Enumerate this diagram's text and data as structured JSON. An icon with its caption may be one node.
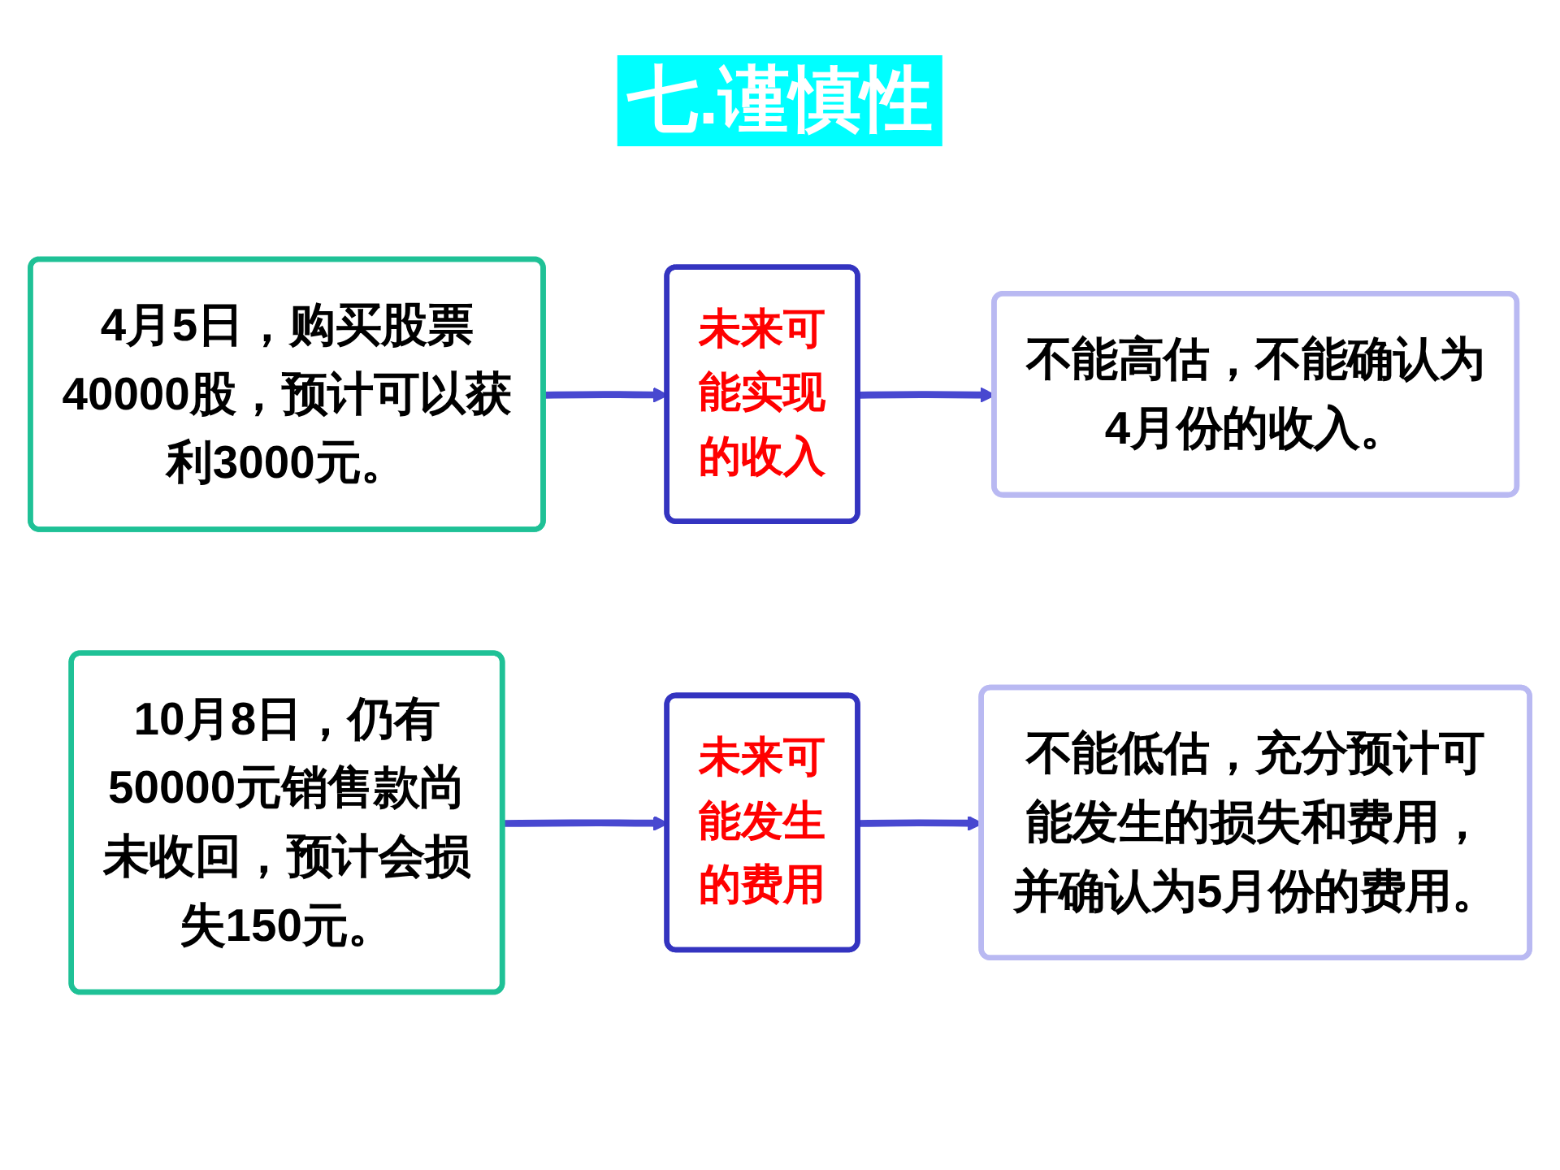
{
  "diagram": {
    "title": "七.谨慎性",
    "nodes": [
      {
        "text": [
          "4月5日，购买股票40000股，预计可以获利3000元。"
        ]
      },
      {
        "text": [
          "未来可能实现的收入"
        ]
      },
      {
        "text": [
          "不能高估，不能确认为4月份的收入。"
        ]
      },
      {
        "text": [
          "10月8日，仍有50000元销售款尚未收回，预计会损失150元。"
        ]
      },
      {
        "text": [
          "未来可能发生的费用"
        ]
      },
      {
        "text": [
          "不能低估，充分预计可能发生的损失和费用，并确认为5月份的费用。"
        ]
      }
    ],
    "edges": [
      {
        "from": 0,
        "to": 1,
        "arrow": "to"
      },
      {
        "from": 1,
        "to": 2,
        "arrow": "to"
      },
      {
        "from": 3,
        "to": 4,
        "arrow": "to"
      },
      {
        "from": 4,
        "to": 5,
        "arrow": "to"
      }
    ]
  }
}
